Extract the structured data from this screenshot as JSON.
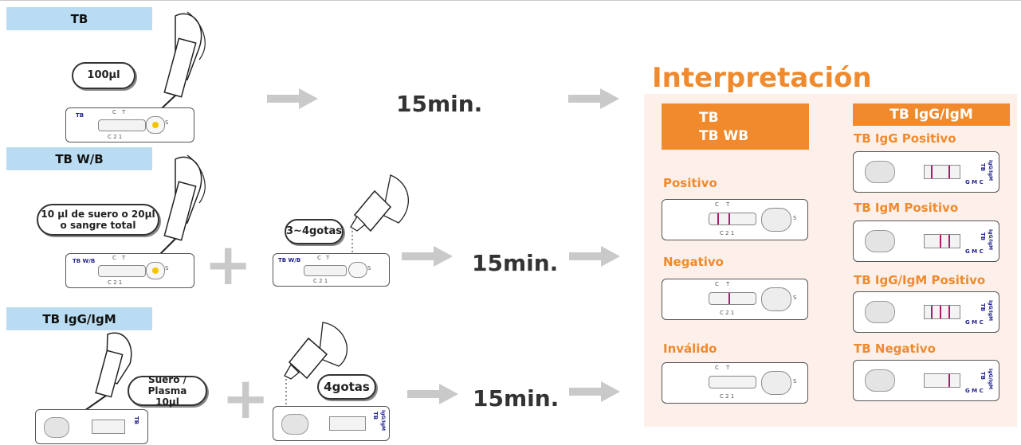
{
  "sections": [
    {
      "label": "TB"
    },
    {
      "label": "TB W/B"
    },
    {
      "label": "TB IgG/IgM"
    }
  ],
  "bubbles": {
    "tb": "100μl",
    "wb_line1": "10 μl de suero o 20μl",
    "wb_line2": "o sangre total",
    "wb_drops": "3~4gotas",
    "igg_line1": "Suero / Plasma",
    "igg_line2": "10μl",
    "igg_drops": "4gotas"
  },
  "times": {
    "row1": "15min.",
    "row2": "15min.",
    "row3": "15min."
  },
  "interpretation": {
    "title": "Interpretación",
    "left_header_line1": "TB",
    "left_header_line2": "TB WB",
    "right_header": "TB IgG/IgM",
    "left_results": [
      "Positivo",
      "Negativo",
      "Inválido"
    ],
    "right_results": [
      "TB IgG Positivo",
      "TB IgM Positivo",
      "TB IgG/IgM Positivo",
      "TB Negativo"
    ]
  },
  "device_marks": {
    "tb_label": "TB",
    "wb_label": "TB W/B",
    "control": "C",
    "test": "T",
    "sample": "S",
    "scale": "C 2 1",
    "igg_label": "TB",
    "igg_sub": "IgG/IgM",
    "gmc": "G M C"
  },
  "colors": {
    "orange": "#f08a2c",
    "section_blue": "#b9dcf2",
    "panel_bg": "#fdf0ea",
    "line_red": "#b0186a"
  }
}
